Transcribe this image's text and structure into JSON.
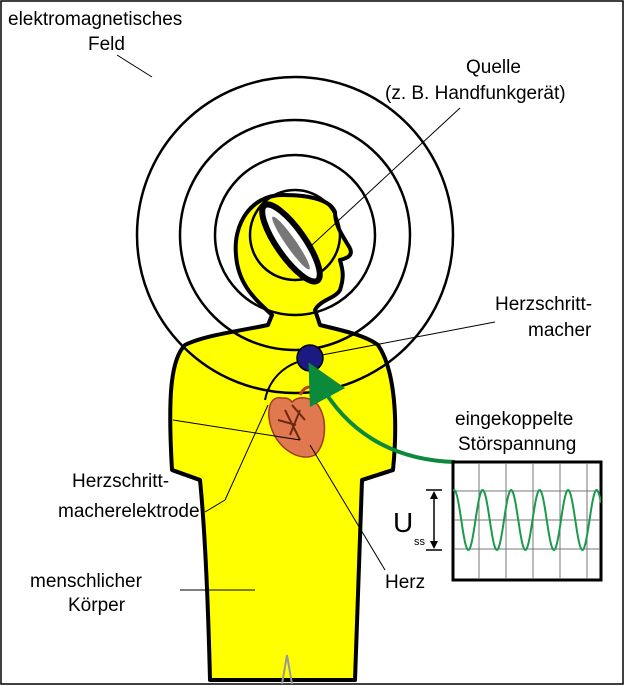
{
  "labels": {
    "field_1": "elektromagnetisches",
    "field_2": "Feld",
    "source_1": "Quelle",
    "source_2": "(z. B.  Handfunkgerät)",
    "pacemaker_1": "Herzschritt-",
    "pacemaker_2": "macher",
    "interference_1": "eingekoppelte",
    "interference_2": "Störspannung",
    "electrode_1": "Herzschritt-",
    "electrode_2": "macherelektrode",
    "heart": "Herz",
    "body_1": "menschlicher",
    "body_2": "Körper",
    "voltage_main": "U",
    "voltage_sub": "ss"
  },
  "colors": {
    "body": "#ffff00",
    "outline": "#000000",
    "pacemaker": "#1a1a80",
    "arrow": "#0a8a3a",
    "signal": "#1a9a4a",
    "heart": "#e07850",
    "frame": "#000000"
  },
  "icons": [
    "radio-icon",
    "pacemaker-icon",
    "heart-icon",
    "oscilloscope-icon"
  ]
}
